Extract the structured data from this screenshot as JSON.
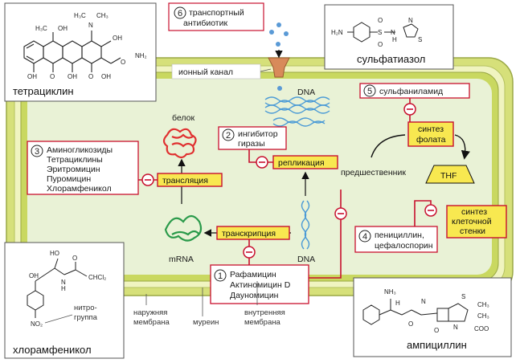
{
  "labels": {
    "tetracycline": "тетрациклин",
    "chloramphenicol": "хлорамфеникол",
    "sulfathiazole": "сульфатиазол",
    "ampicillin": "ампициллин",
    "ion_channel": "ионный канал",
    "protein": "белок",
    "mrna": "mRNA",
    "dna_top": "DNA",
    "dna_bottom": "DNA",
    "precursor": "предшественник",
    "thf": "THF",
    "outer_membrane": [
      "наружняя",
      "мембрана"
    ],
    "murein": "муреин",
    "inner_membrane": [
      "внутренняя",
      "мембрана"
    ],
    "nitro_group": [
      "нитро-",
      "группа"
    ]
  },
  "processes": {
    "translation": "трансляция",
    "transcription": "транскрипция",
    "replication": "репликация",
    "folate_synthesis": [
      "синтез",
      "фолата"
    ],
    "cell_wall_synthesis": [
      "синтез",
      "клеточной",
      "стенки"
    ]
  },
  "groups": {
    "g1": {
      "num": "1",
      "lines": [
        "Рафамицин",
        "Актиномицин D",
        "Дауномицин"
      ]
    },
    "g2": {
      "num": "2",
      "lines": [
        "ингибитор",
        "гиразы"
      ]
    },
    "g3": {
      "num": "3",
      "lines": [
        "Аминогликозиды",
        "Тетрациклины",
        "Эритромицин",
        "Пуромицин",
        "Хлорамфеникол"
      ]
    },
    "g4": {
      "num": "4",
      "lines": [
        "пенициллин,",
        "цефалоспорин"
      ]
    },
    "g5": {
      "num": "5",
      "lines": [
        "сульфаниламид"
      ]
    },
    "g6": {
      "num": "6",
      "lines": [
        "транспортный",
        "антибиотик"
      ]
    }
  },
  "chem": {
    "tetracycline": [
      "H₃C",
      "OH",
      "N",
      "H₃C",
      "CH₃",
      "OH",
      "O",
      "NH₂",
      "OH",
      "O",
      "OH",
      "O",
      "OH"
    ],
    "chloramphenicol": [
      "OH",
      "HO",
      "O",
      "CHCl₂",
      "N",
      "H",
      "NO₂"
    ],
    "sulfathiazole": [
      "H₂N",
      "O",
      "S",
      "O",
      "N",
      "H",
      "N",
      "S"
    ],
    "ampicillin": [
      "NH₃",
      "H",
      "N",
      "S",
      "CH₃",
      "CH₃",
      "O",
      "N",
      "O",
      "COO"
    ]
  },
  "colors": {
    "membrane": "#cfdc6a",
    "cytoplasm": "#e8f1d4",
    "inhibitor_line": "#c8102e",
    "process_box": "#f8e850",
    "dna": "#4a9ad6",
    "mrna": "#2a9a4a",
    "protein": "#e03030",
    "channel": "#d88a5a"
  }
}
